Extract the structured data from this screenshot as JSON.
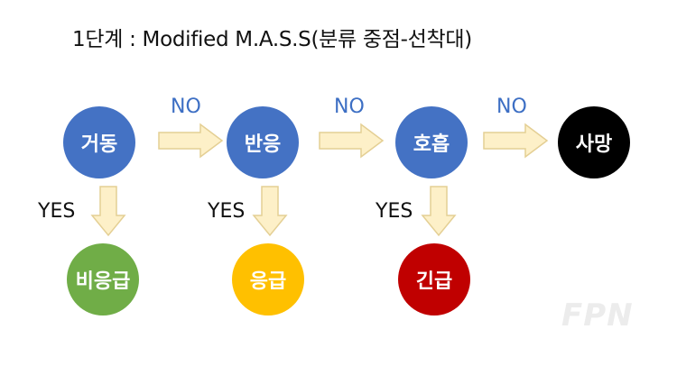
{
  "title": "1단계 : Modified M.A.S.S(분류 중점-선착대)",
  "nodes": {
    "movement": {
      "label": "거동",
      "color": "#4472c4"
    },
    "response": {
      "label": "반응",
      "color": "#4472c4"
    },
    "breathing": {
      "label": "호흡",
      "color": "#4472c4"
    },
    "death": {
      "label": "사망",
      "color": "#000000"
    },
    "minor": {
      "label": "비응급",
      "color": "#70ad47"
    },
    "delayed": {
      "label": "응급",
      "color": "#ffc000"
    },
    "immediate": {
      "label": "긴급",
      "color": "#c00000"
    }
  },
  "edge_labels": {
    "no": "NO",
    "yes": "YES"
  },
  "arrow_color": {
    "fill": "#fdf0c8",
    "stroke": "#e4cf94"
  },
  "watermark": "FPN"
}
